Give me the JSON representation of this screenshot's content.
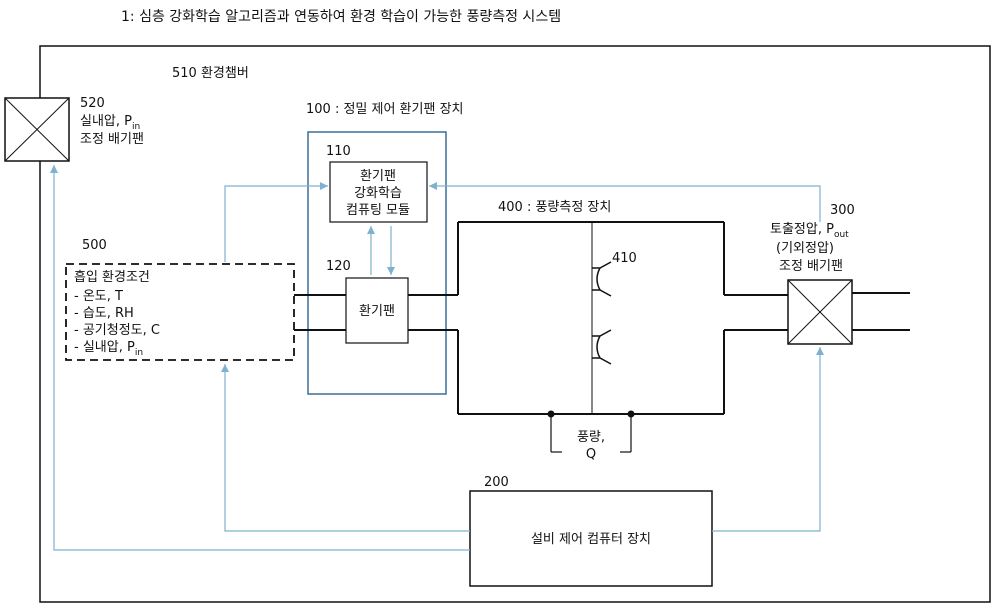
{
  "figure_title": "1: 심층 강화학습 알고리즘과 연동하여 환경 학습이 가능한 풍량측정 시스템",
  "chamber": {
    "label": "510 환경챔버"
  },
  "fan_520": {
    "id": "520",
    "line1": "실내압, P",
    "sub": "in",
    "line2": "조정 배기팬"
  },
  "device_100": {
    "label": "100 : 정밀 제어 환기팬 장치"
  },
  "module_110": {
    "id": "110",
    "line1": "환기팬",
    "line2": "강화학습",
    "line3": "컴퓨팅 모듈"
  },
  "fan_120": {
    "id": "120",
    "label": "환기팬"
  },
  "device_400": {
    "label": "400 : 풍량측정 장치"
  },
  "nozzle_410": {
    "id": "410"
  },
  "flow": {
    "line1": "풍량,",
    "line2": "Q"
  },
  "conditions_500": {
    "id": "500",
    "title": "흡입 환경조건",
    "items": [
      {
        "text": "-  온도, T",
        "sub": ""
      },
      {
        "text": "-  습도, RH",
        "sub": ""
      },
      {
        "text": "-  공기청정도, C",
        "sub": ""
      },
      {
        "text": "-  실내압, P",
        "sub": "in"
      }
    ]
  },
  "fan_300": {
    "id": "300",
    "line1": "토출정압, P",
    "sub": "out",
    "line2": "(기외정압)",
    "line3": "조정 배기팬"
  },
  "controller_200": {
    "id": "200",
    "label": "설비 제어 컴퓨터 장치"
  },
  "colors": {
    "line": "#111111",
    "arrow": "#7eb1cf",
    "device_box": "#3b6f98"
  }
}
